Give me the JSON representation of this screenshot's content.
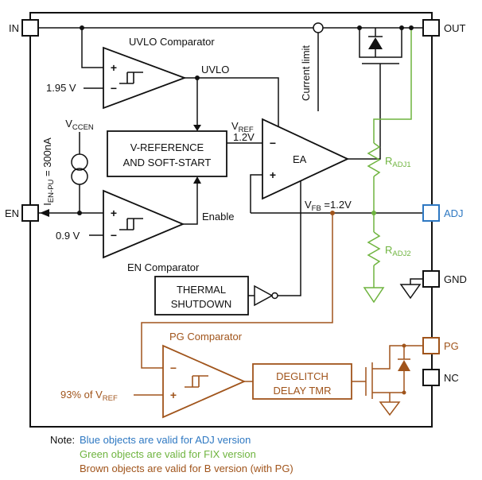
{
  "colors": {
    "blue": "#2E78C2",
    "green": "#6FB43F",
    "brown": "#A0541B",
    "wire": "#111111"
  },
  "pins": {
    "in": "IN",
    "out": "OUT",
    "en": "EN",
    "adj": "ADJ",
    "gnd": "GND",
    "pg": "PG",
    "nc": "NC"
  },
  "signs": {
    "plus": "+",
    "minus": "−"
  },
  "uvlo": {
    "title": "UVLO Comparator",
    "ref": "1.95 V",
    "output": "UVLO"
  },
  "en_comp": {
    "title": "EN Comparator",
    "ref": "0.9 V",
    "output": "Enable"
  },
  "pullup": {
    "vccen_base": "V",
    "vccen_sub": "CCEN",
    "ien_base": "I",
    "ien_sub": "EN-PU",
    "ien_rest": " = 300nA"
  },
  "vref_block": {
    "line1": "V-REFERENCE",
    "line2": "AND SOFT-START"
  },
  "ea": {
    "label": "EA",
    "ref_base": "V",
    "ref_sub": "REF",
    "ref_value": "1.2V"
  },
  "current_limit": {
    "label": "Current limit"
  },
  "thermal": {
    "line1": "THERMAL",
    "line2": "SHUTDOWN"
  },
  "feedback": {
    "vfb_base": "V",
    "vfb_sub": "FB",
    "vfb_rest": " =1.2V",
    "radj1_base": "R",
    "radj1_sub": "ADJ1",
    "radj2_base": "R",
    "radj2_sub": "ADJ2"
  },
  "pg": {
    "title": "PG Comparator",
    "ref_base": "93% of V",
    "ref_sub": "REF",
    "deglitch_line1": "DEGLITCH",
    "deglitch_line2": "DELAY TMR"
  },
  "note": {
    "prefix": "Note:",
    "adj_line": "Blue objects are valid for ADJ version",
    "fix_line": "Green objects are valid for FIX version",
    "pg_line": "Brown objects are valid for B version (with PG)"
  }
}
